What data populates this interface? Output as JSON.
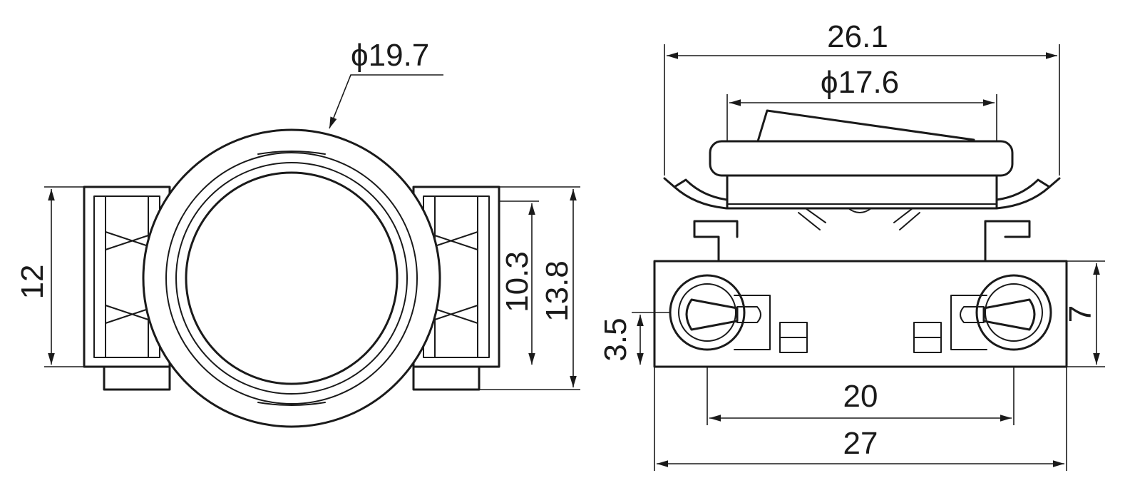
{
  "dimensions": {
    "front_diameter": "ϕ19.7",
    "front_height": "12",
    "front_inner_height": "10.3",
    "front_overall_height": "13.8",
    "side_overall_width": "26.1",
    "side_rocker_diameter": "ϕ17.6",
    "terminal_height": "3.5",
    "block_height": "7",
    "terminal_spacing": "20",
    "base_width": "27"
  }
}
